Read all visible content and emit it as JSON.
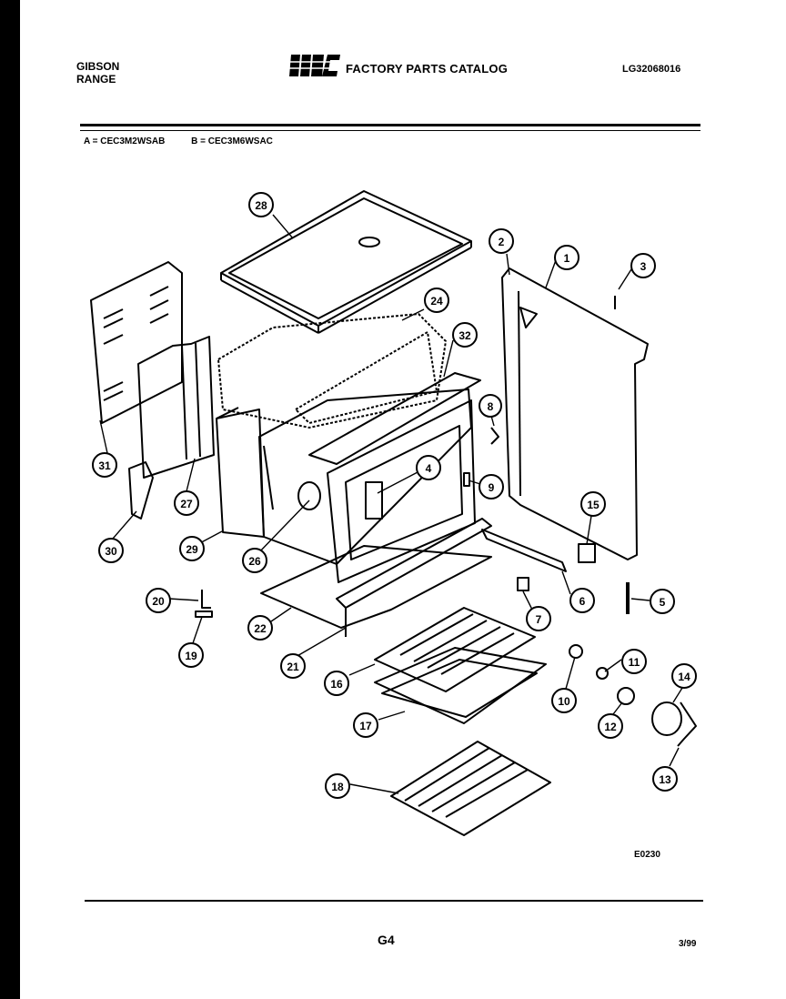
{
  "header": {
    "brand_line1": "GIBSON",
    "brand_line2": "RANGE",
    "logo_text": "WCI",
    "catalog_title": "FACTORY PARTS CATALOG",
    "catalog_code": "LG32068016"
  },
  "models": {
    "a": "A = CEC3M2WSAB",
    "b": "B = CEC3M6WSAC"
  },
  "diagram": {
    "callouts": [
      "28",
      "24",
      "32",
      "2",
      "1",
      "3",
      "8",
      "4",
      "9",
      "31",
      "27",
      "30",
      "29",
      "26",
      "15",
      "20",
      "19",
      "22",
      "21",
      "7",
      "6",
      "5",
      "16",
      "17",
      "18",
      "10",
      "11",
      "12",
      "14",
      "13"
    ],
    "reference": "E0230"
  },
  "footer": {
    "page": "G4",
    "date": "3/99"
  }
}
